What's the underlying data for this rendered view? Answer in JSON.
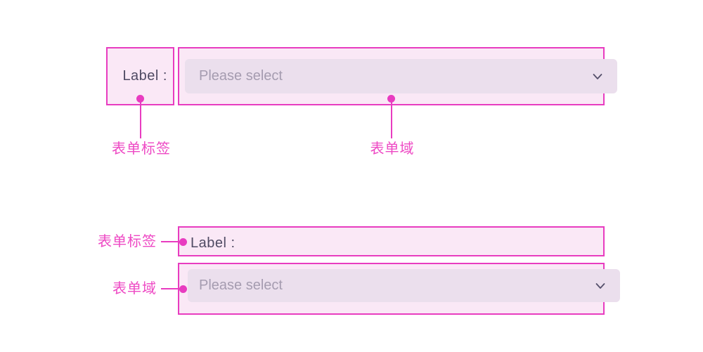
{
  "colors": {
    "annotation_magenta": "#e83cc0",
    "annotation_box_fill": "#fae8f6",
    "select_fill": "#ebdfed",
    "label_text": "#4f4a63",
    "placeholder_text": "#a59cb0",
    "chevron": "#55506b",
    "background": "#ffffff"
  },
  "horizontal_form": {
    "label": "Label :",
    "select": {
      "placeholder": "Please select",
      "chevron_icon": "chevron-down"
    },
    "callout_label": "表单标签",
    "callout_field": "表单域"
  },
  "vertical_form": {
    "label": "Label :",
    "select": {
      "placeholder": "Please select",
      "chevron_icon": "chevron-down"
    },
    "callout_label": "表单标签",
    "callout_field": "表单域"
  }
}
